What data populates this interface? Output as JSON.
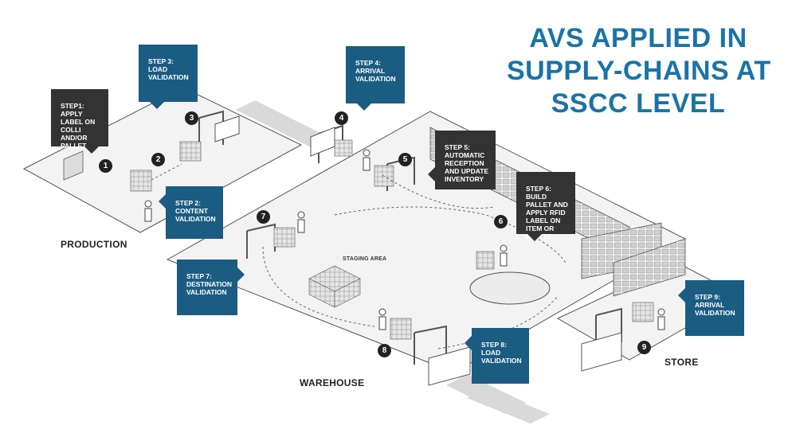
{
  "title": {
    "line1": "AVS APPLIED IN",
    "line2": "SUPPLY-CHAINS AT",
    "line3": "SSCC LEVEL"
  },
  "areas": {
    "production": "PRODUCTION",
    "warehouse": "WAREHOUSE",
    "store": "STORE",
    "staging": "STAGING AREA"
  },
  "steps": [
    {
      "num": "1",
      "heading": "STEP1:",
      "text": "APPLY LABEL ON COLLI AND/OR PALLET"
    },
    {
      "num": "2",
      "heading": "STEP 2:",
      "text": "CONTENT VALIDATION"
    },
    {
      "num": "3",
      "heading": "STEP 3:",
      "text": "LOAD VALIDATION"
    },
    {
      "num": "4",
      "heading": "STEP 4:",
      "text": "ARRIVAL VALIDATION"
    },
    {
      "num": "5",
      "heading": "STEP 5:",
      "text": "AUTOMATIC RECEPTION AND UPDATE INVENTORY"
    },
    {
      "num": "6",
      "heading": "STEP 6:",
      "text": "BUILD PALLET AND APPLY RFID LABEL ON ITEM OR PALLET"
    },
    {
      "num": "7",
      "heading": "STEP 7:",
      "text": "DESTINATION VALIDATION"
    },
    {
      "num": "8",
      "heading": "STEP 8:",
      "text": "LOAD VALIDATION"
    },
    {
      "num": "9",
      "heading": "STEP 9:",
      "text": "ARRIVAL VALIDATION"
    }
  ],
  "colors": {
    "title": "#1a73a6",
    "callout_blue": "#1b5c82",
    "callout_dark": "#333333",
    "floor": "#f3f3f3",
    "road": "#d9d9d9"
  }
}
